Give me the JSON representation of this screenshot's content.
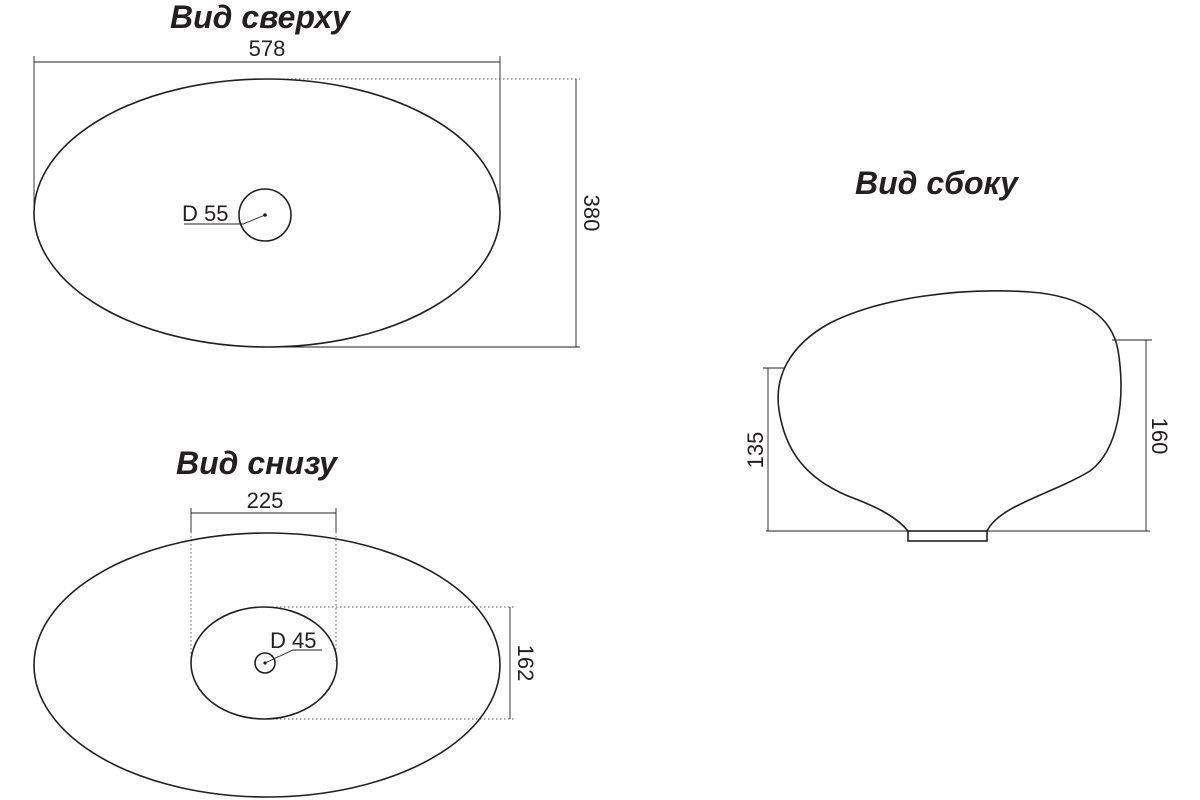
{
  "views": {
    "top": {
      "title": "Вид сверху",
      "width_label": "578",
      "height_label": "380",
      "drain_label": "D 55"
    },
    "bottom": {
      "title": "Вид снизу",
      "base_width_label": "225",
      "base_height_label": "162",
      "drain_label": "D 45"
    },
    "side": {
      "title": "Вид сбоку",
      "left_height_label": "135",
      "right_height_label": "160"
    }
  },
  "colors": {
    "line": "#231f20",
    "background": "#ffffff"
  }
}
